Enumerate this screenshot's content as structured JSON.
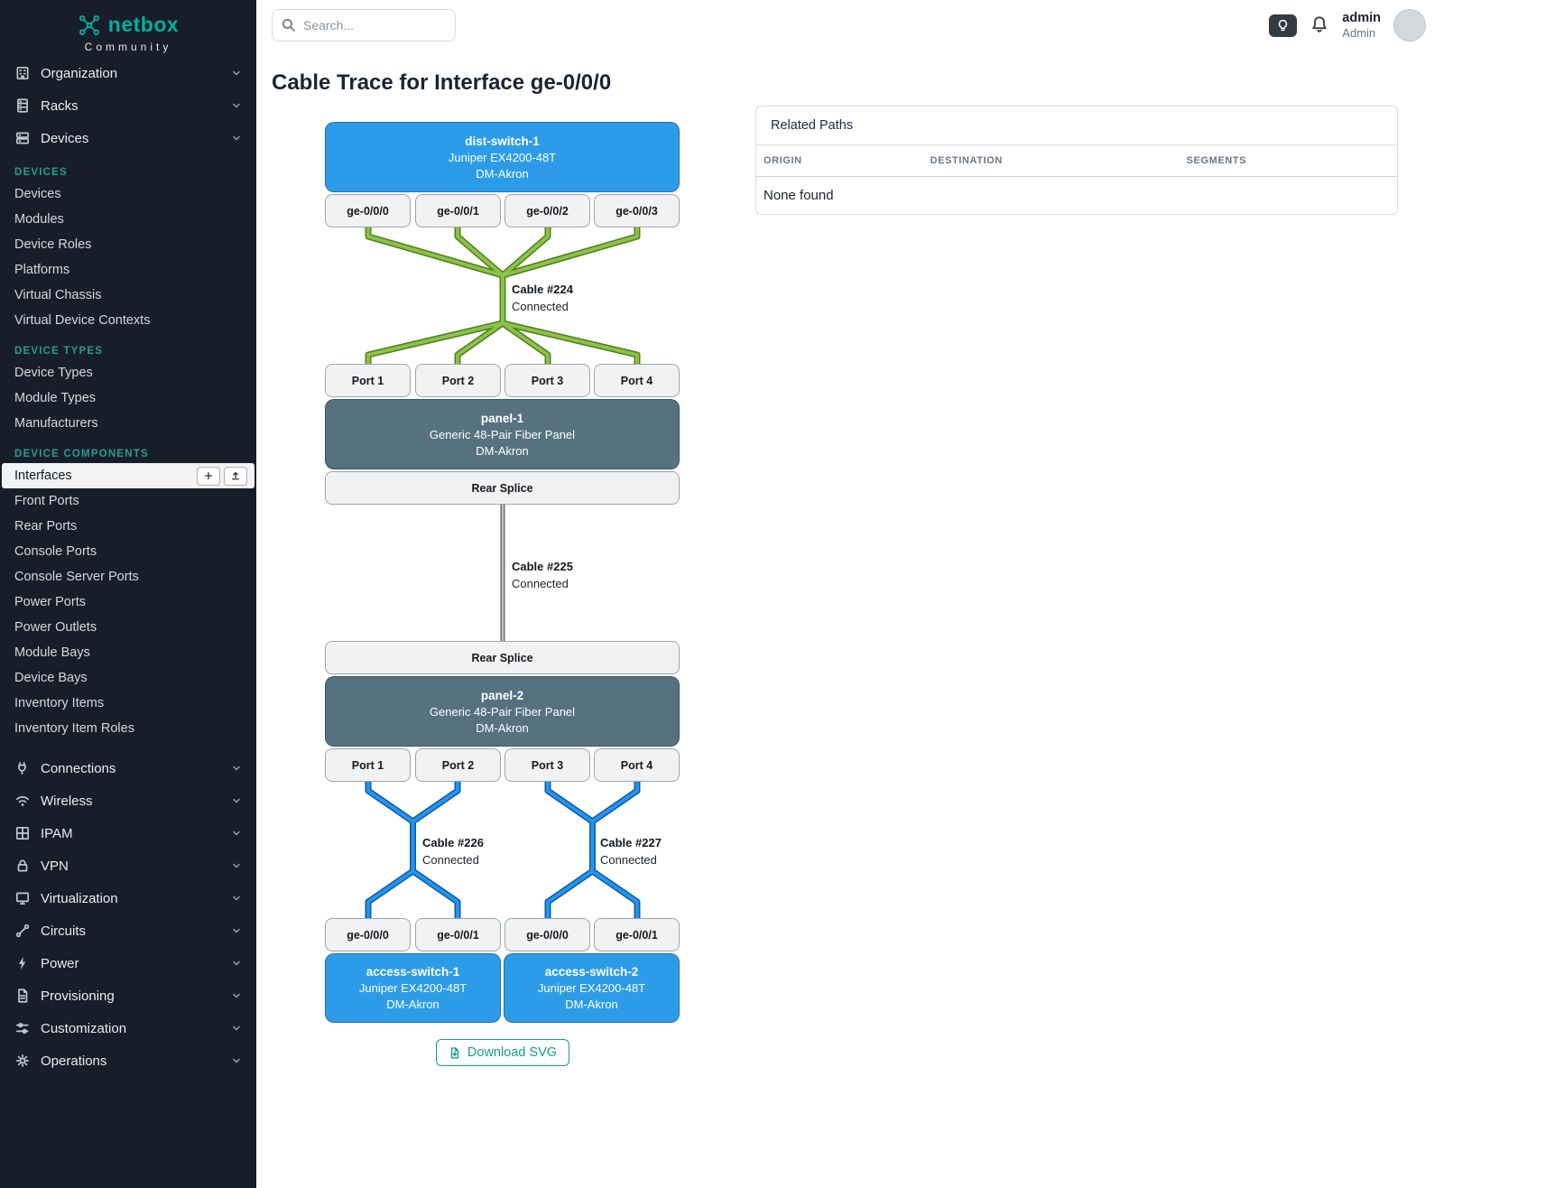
{
  "colors": {
    "sidebar-bg": "#171d29",
    "brand-teal": "#00b0a0",
    "section-teal": "#2a9d8f",
    "device-blue": "#2d9ce8",
    "panel-slate": "#56727f",
    "cable-green": "#8bc34a",
    "cable-green-dark": "#53801d",
    "cable-blue": "#2196f3",
    "cable-blue-dark": "#135ba1",
    "cable-gray": "#c8c8c8",
    "cable-gray-dark": "#5f6368",
    "accent-download": "#12a183"
  },
  "brand": {
    "name": "netbox",
    "subtitle": "Community"
  },
  "topbar": {
    "search_placeholder": "Search...",
    "username": "admin",
    "role": "Admin"
  },
  "icons": {
    "search": "magnifier",
    "theme_toggle": "lightbulb",
    "notifications": "bell",
    "add": "plus",
    "import": "upload-arrow",
    "download": "file-download",
    "expand": "chevron-down"
  },
  "sidebar": {
    "top_groups": [
      "Organization",
      "Racks",
      "Devices"
    ],
    "sections": [
      {
        "title": "DEVICES",
        "items": [
          "Devices",
          "Modules",
          "Device Roles",
          "Platforms",
          "Virtual Chassis",
          "Virtual Device Contexts"
        ]
      },
      {
        "title": "DEVICE TYPES",
        "items": [
          "Device Types",
          "Module Types",
          "Manufacturers"
        ]
      },
      {
        "title": "DEVICE COMPONENTS",
        "items": [
          "Interfaces",
          "Front Ports",
          "Rear Ports",
          "Console Ports",
          "Console Server Ports",
          "Power Ports",
          "Power Outlets",
          "Module Bays",
          "Device Bays",
          "Inventory Items",
          "Inventory Item Roles"
        ]
      }
    ],
    "active_item": "Interfaces",
    "bottom_groups": [
      "Connections",
      "Wireless",
      "IPAM",
      "VPN",
      "Virtualization",
      "Circuits",
      "Power",
      "Provisioning",
      "Customization",
      "Operations"
    ]
  },
  "page": {
    "title": "Cable Trace for Interface ge-0/0/0"
  },
  "trace": {
    "top_device": {
      "name": "dist-switch-1",
      "model": "Juniper EX4200-48T",
      "site": "DM-Akron"
    },
    "top_ports": [
      "ge-0/0/0",
      "ge-0/0/1",
      "ge-0/0/2",
      "ge-0/0/3"
    ],
    "cable_224": {
      "label": "Cable #224",
      "status": "Connected"
    },
    "panel1_front_ports": [
      "Port 1",
      "Port 2",
      "Port 3",
      "Port 4"
    ],
    "panel1": {
      "name": "panel-1",
      "model": "Generic 48-Pair Fiber Panel",
      "site": "DM-Akron"
    },
    "panel1_rear": "Rear Splice",
    "cable_225": {
      "label": "Cable #225",
      "status": "Connected"
    },
    "panel2_rear": "Rear Splice",
    "panel2": {
      "name": "panel-2",
      "model": "Generic 48-Pair Fiber Panel",
      "site": "DM-Akron"
    },
    "panel2_front_ports": [
      "Port 1",
      "Port 2",
      "Port 3",
      "Port 4"
    ],
    "cable_226": {
      "label": "Cable #226",
      "status": "Connected"
    },
    "cable_227": {
      "label": "Cable #227",
      "status": "Connected"
    },
    "bottom_ports": [
      "ge-0/0/0",
      "ge-0/0/1",
      "ge-0/0/0",
      "ge-0/0/1"
    ],
    "access_switch_1": {
      "name": "access-switch-1",
      "model": "Juniper EX4200-48T",
      "site": "DM-Akron"
    },
    "access_switch_2": {
      "name": "access-switch-2",
      "model": "Juniper EX4200-48T",
      "site": "DM-Akron"
    },
    "download_label": "Download SVG"
  },
  "related_paths": {
    "title": "Related Paths",
    "columns": [
      "ORIGIN",
      "DESTINATION",
      "SEGMENTS"
    ],
    "empty_text": "None found"
  }
}
